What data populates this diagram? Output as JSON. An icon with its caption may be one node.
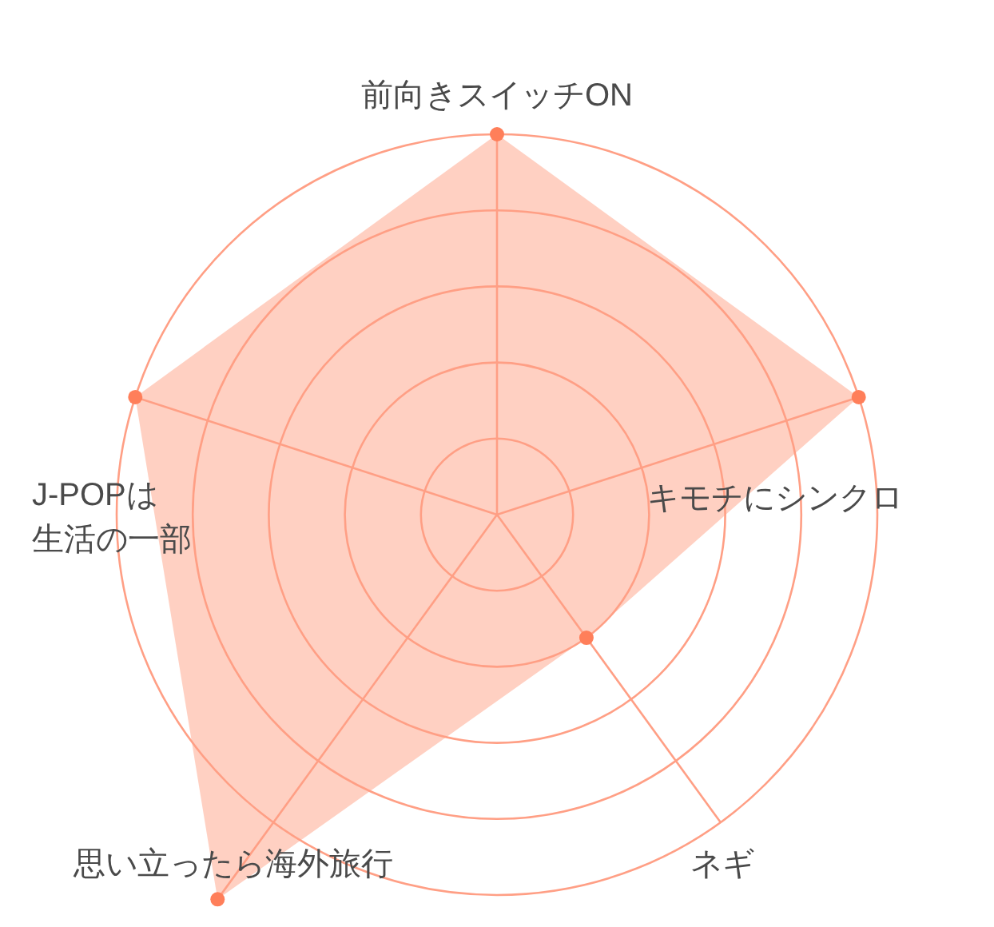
{
  "diagram": {
    "labels": [
      "前向きスイッチON",
      "キモチにシンクロ",
      "J-POPは生活の一部",
      "思い立ったら海外旅行",
      "ネギ"
    ]
  }
}
